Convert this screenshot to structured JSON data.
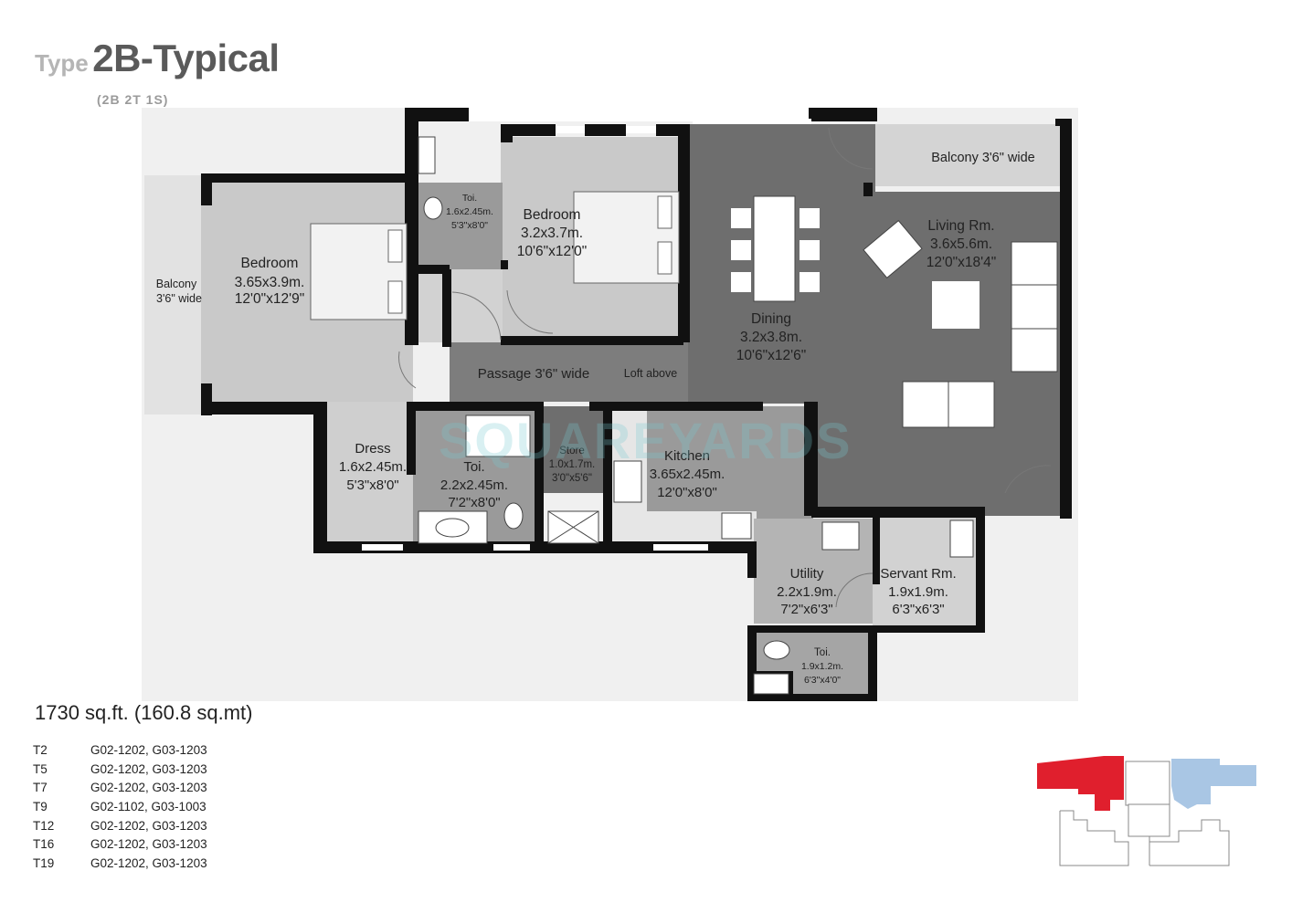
{
  "title": {
    "prefix": "Type",
    "main": "2B-Typical",
    "sub": "(2B 2T 1S)"
  },
  "rooms": {
    "bedroom_left": {
      "name": "Bedroom",
      "metric": "3.65x3.9m.",
      "imperial": "12'0\"x12'9\""
    },
    "bedroom_top": {
      "name": "Bedroom",
      "metric": "3.2x3.7m.",
      "imperial": "10'6\"x12'0\""
    },
    "toilet_top": {
      "name": "Toi.",
      "metric": "1.6x2.45m.",
      "imperial": "5'3\"x8'0\""
    },
    "balcony_left": {
      "name": "Balcony",
      "width": "3'6\" wide"
    },
    "balcony_top": {
      "name": "Balcony 3'6\" wide"
    },
    "living": {
      "name": "Living Rm.",
      "metric": "3.6x5.6m.",
      "imperial": "12'0\"x18'4\""
    },
    "dining": {
      "name": "Dining",
      "metric": "3.2x3.8m.",
      "imperial": "10'6\"x12'6\""
    },
    "passage": {
      "name": "Passage 3'6\" wide"
    },
    "loft": {
      "name": "Loft above"
    },
    "dress": {
      "name": "Dress",
      "metric": "1.6x2.45m.",
      "imperial": "5'3\"x8'0\""
    },
    "toilet_mid": {
      "name": "Toi.",
      "metric": "2.2x2.45m.",
      "imperial": "7'2\"x8'0\""
    },
    "store": {
      "name": "Store",
      "metric": "1.0x1.7m.",
      "imperial": "3'0\"x5'6\""
    },
    "kitchen": {
      "name": "Kitchen",
      "metric": "3.65x2.45m.",
      "imperial": "12'0\"x8'0\""
    },
    "utility": {
      "name": "Utility",
      "metric": "2.2x1.9m.",
      "imperial": "7'2\"x6'3\""
    },
    "servant": {
      "name": "Servant Rm.",
      "metric": "1.9x1.9m.",
      "imperial": "6'3\"x6'3\""
    },
    "toilet_small": {
      "name": "Toi.",
      "metric": "1.9x1.2m.",
      "imperial": "6'3\"x4'0\""
    }
  },
  "watermark": "SQUAREYARDS",
  "area": "1730 sq.ft. (160.8 sq.mt)",
  "towers": [
    {
      "tower": "T2",
      "units": "G02-1202, G03-1203"
    },
    {
      "tower": "T5",
      "units": "G02-1202, G03-1203"
    },
    {
      "tower": "T7",
      "units": "G02-1202, G03-1203"
    },
    {
      "tower": "T9",
      "units": "G02-1102, G03-1003"
    },
    {
      "tower": "T12",
      "units": "G02-1202, G03-1203"
    },
    {
      "tower": "T16",
      "units": "G02-1202, G03-1203"
    },
    {
      "tower": "T19",
      "units": "G02-1202, G03-1203"
    }
  ],
  "colors": {
    "wall": "#111111",
    "bedroom_floor": "#c9c9c9",
    "living_floor": "#6e6e6e",
    "passage_floor": "#7d7d7d",
    "wet_floor": "#999999",
    "keyplan_red": "#e01f2d",
    "keyplan_blue": "#a9c6e4"
  }
}
